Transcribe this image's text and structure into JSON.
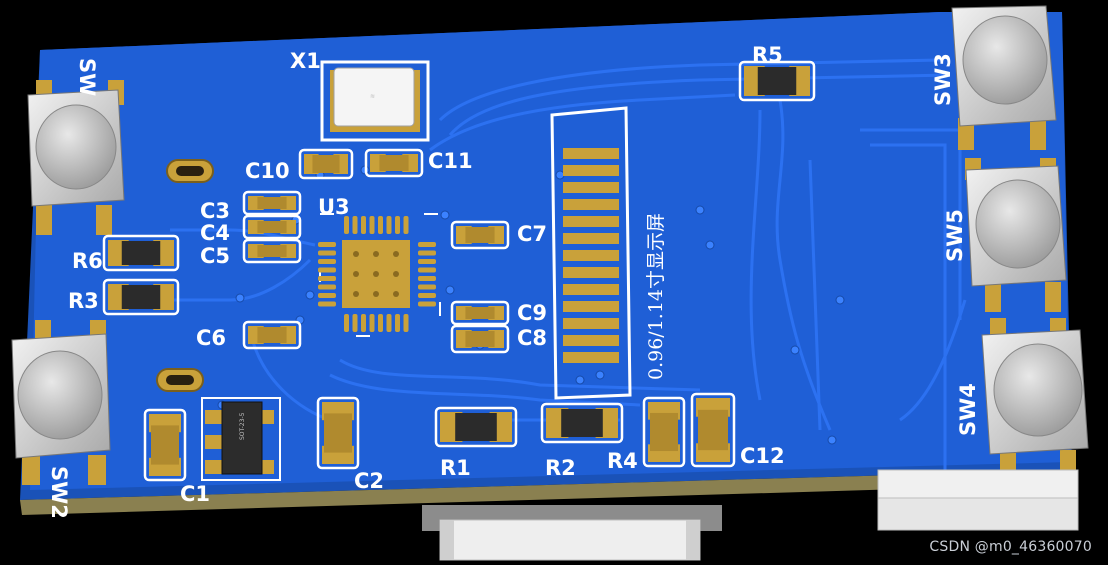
{
  "board": {
    "colors": {
      "board": "#1f5fd6",
      "copper": "#2a6df0",
      "gold": "#c9a13a",
      "silk": "#ffffff",
      "background": "#000000"
    },
    "labels": {
      "x1": "X1",
      "u3": "U3",
      "c1": "C1",
      "c2": "C2",
      "c3": "C3",
      "c4": "C4",
      "c5": "C5",
      "c6": "C6",
      "c7": "C7",
      "c8": "C8",
      "c9": "C9",
      "c10": "C10",
      "c11": "C11",
      "c12": "C12",
      "r1": "R1",
      "r2": "R2",
      "r3": "R3",
      "r4": "R4",
      "r5": "R5",
      "r6": "R6",
      "sw1": "SW",
      "sw2": "SW2",
      "sw3": "SW3",
      "sw4": "SW4",
      "sw5": "SW5"
    },
    "lcd_label": "0.96/1.14寸显示屏",
    "sot_label": "SOT-23-5"
  },
  "watermark": "CSDN @m0_46360070"
}
